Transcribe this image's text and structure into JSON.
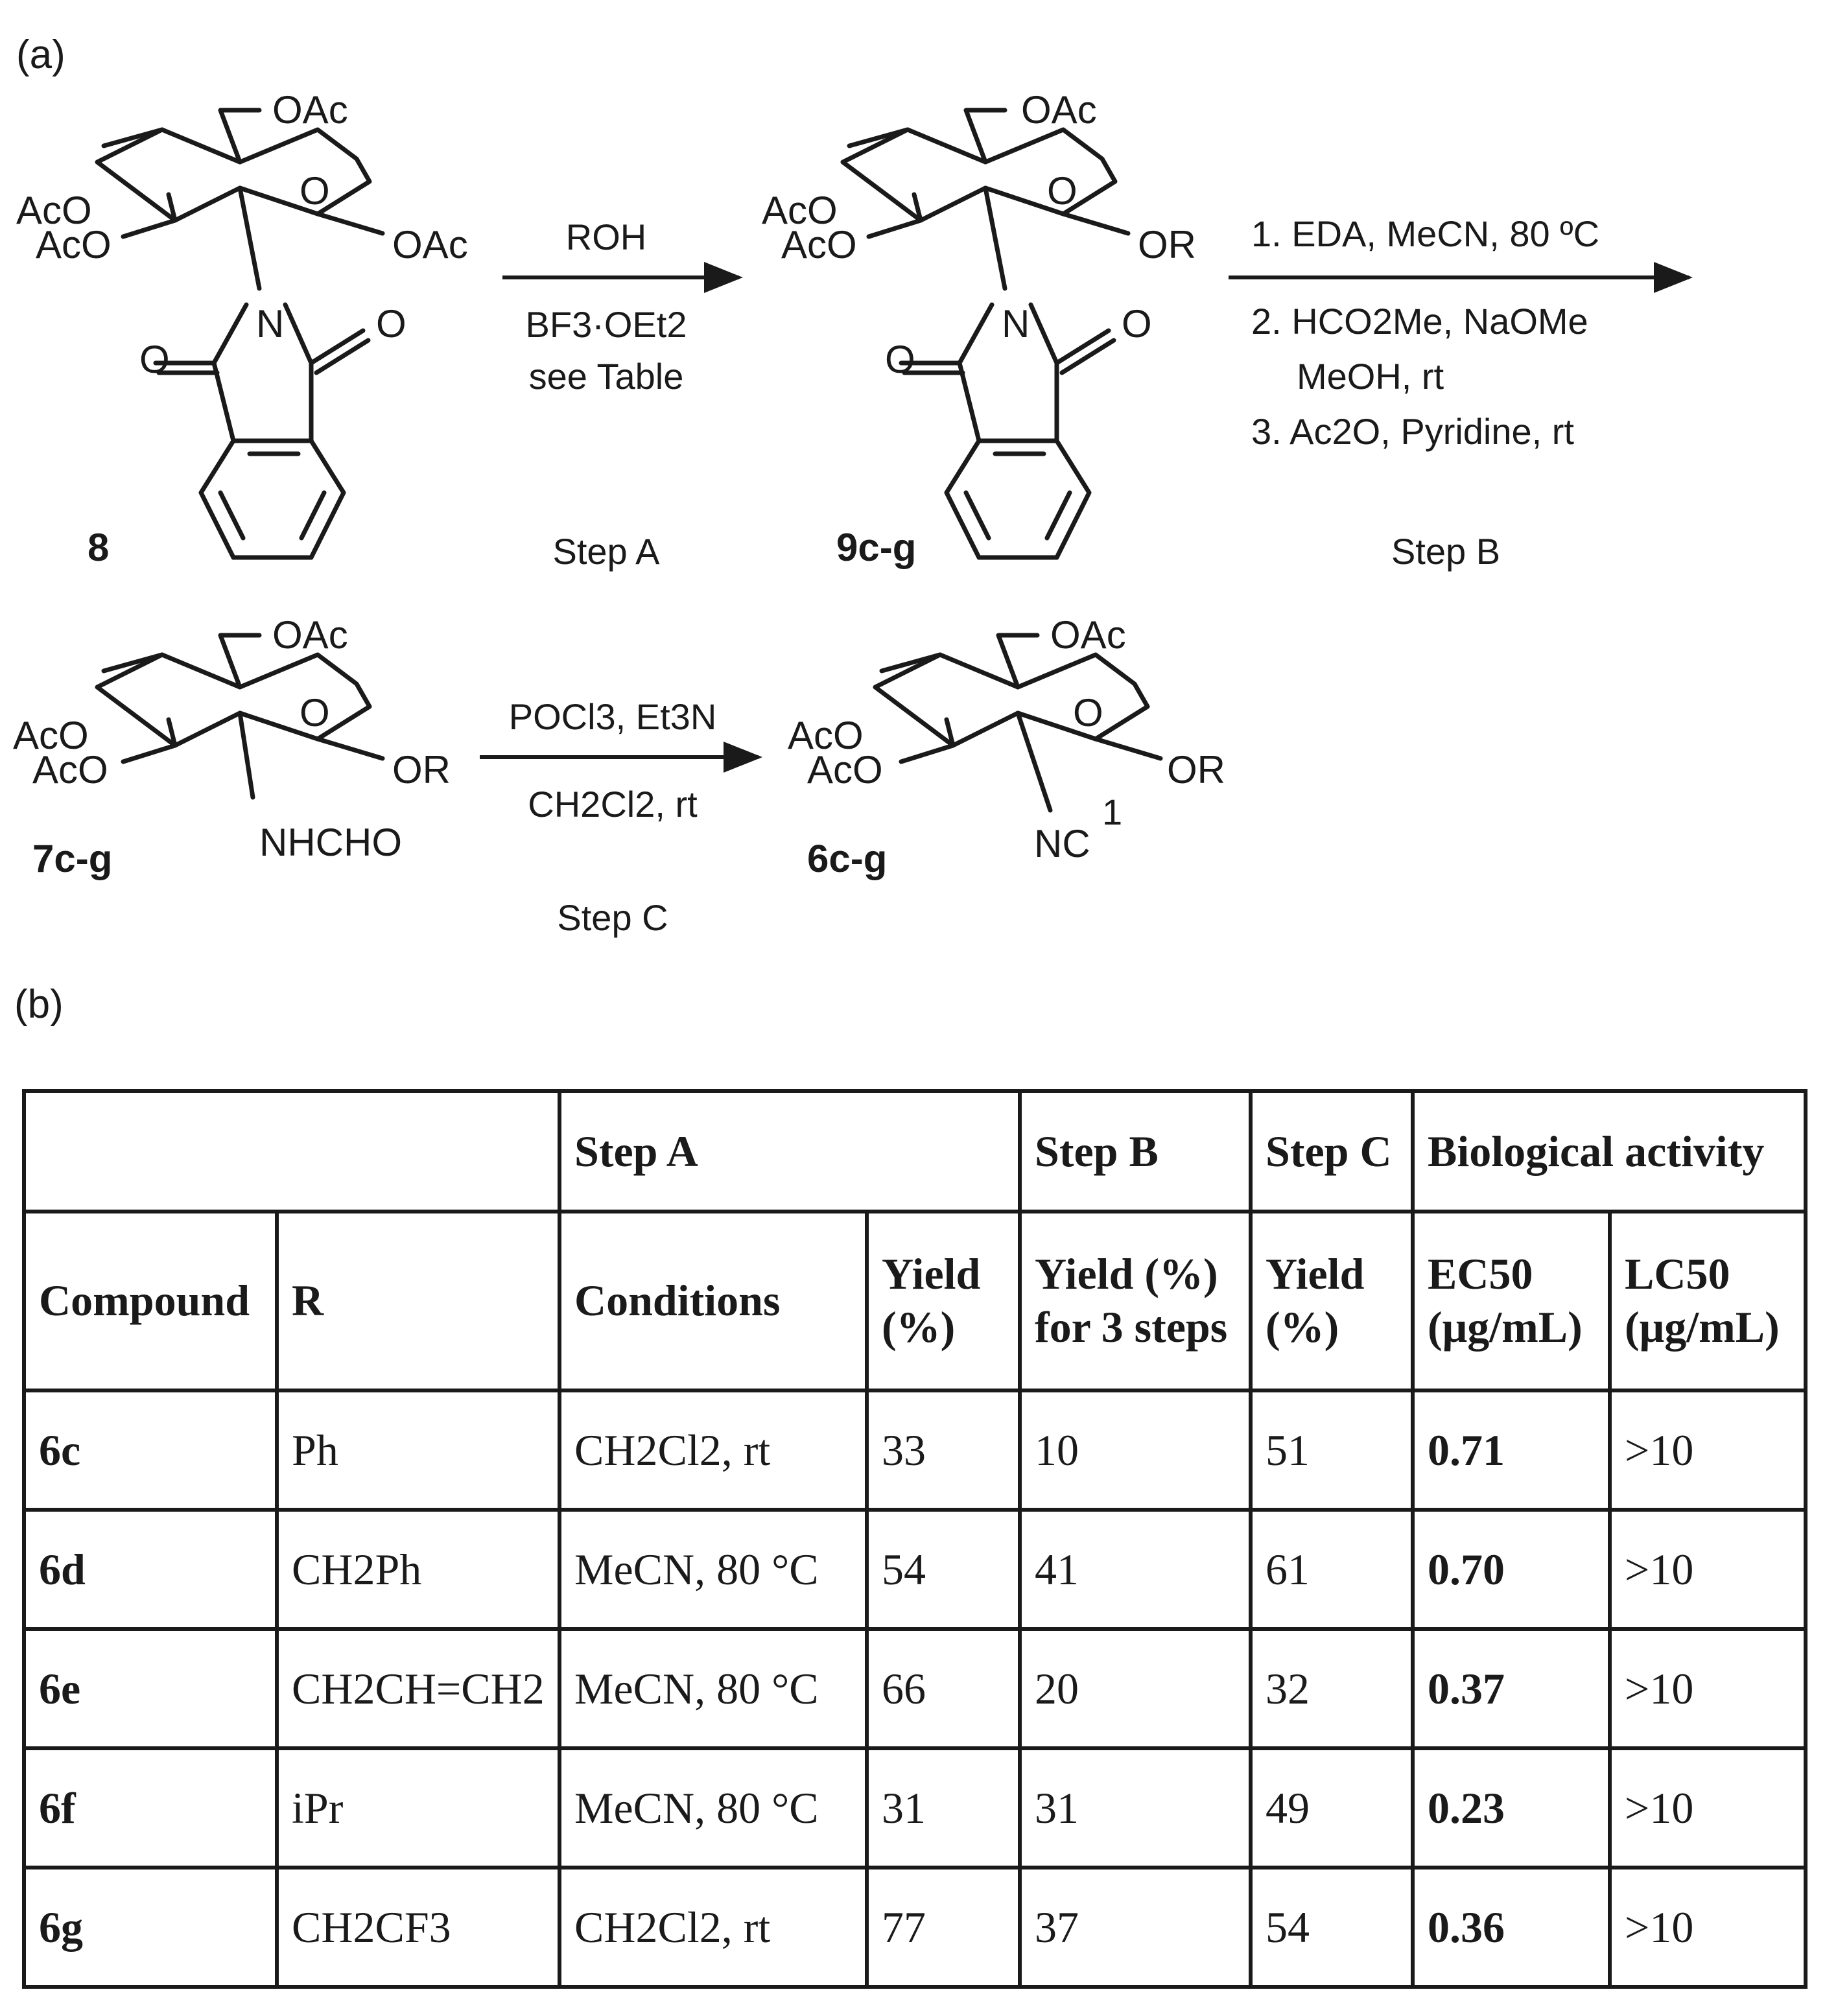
{
  "scheme": {
    "part_a": "(a)",
    "part_b": "(b)",
    "oac": "OAc",
    "aco": "AcO",
    "o": "O",
    "n": "N",
    "or": "OR",
    "nhcho": "NHCHO",
    "nc": "NC",
    "c1": "1",
    "compounds": {
      "c8": "8",
      "c9": "9c-g",
      "c7": "7c-g",
      "c6": "6c-g"
    },
    "step_a": {
      "reagent": "ROH",
      "r2": "BF3·OEt2",
      "r3": "see Table",
      "label": "Step A"
    },
    "step_b": {
      "r1": "1. EDA, MeCN, 80 ºC",
      "r2": "2. HCO2Me, NaOMe",
      "r3": "MeOH, rt",
      "r4": "3. Ac2O, Pyridine, rt",
      "label": "Step B"
    },
    "step_c": {
      "r1": "POCl3, Et3N",
      "r2": "CH2Cl2, rt",
      "label": "Step C"
    }
  },
  "table": {
    "group_headers": {
      "step_a": "Step A",
      "step_b": "Step B",
      "step_c": "Step C",
      "bio": "Biological activity"
    },
    "columns": {
      "compound": "Compound",
      "r": "R",
      "conditions": "Conditions",
      "yield_a_1": "Yield",
      "yield_a_2": "(%)",
      "yield_b_1": "Yield (%)",
      "yield_b_2": "for 3 steps",
      "yield_c_1": "Yield",
      "yield_c_2": "(%)",
      "ec50_1": "EC50",
      "ec50_2": "(μg/mL)",
      "lc50_1": "LC50",
      "lc50_2": "(μg/mL)"
    },
    "rows": [
      {
        "compound": "6c",
        "r": "Ph",
        "conditions": "CH2Cl2, rt",
        "yield_a": "33",
        "yield_b": "10",
        "yield_c": "51",
        "ec50": "0.71",
        "lc50": ">10"
      },
      {
        "compound": "6d",
        "r": "CH2Ph",
        "conditions": "MeCN, 80 °C",
        "yield_a": "54",
        "yield_b": "41",
        "yield_c": "61",
        "ec50": "0.70",
        "lc50": ">10"
      },
      {
        "compound": "6e",
        "r": "CH2CH=CH2",
        "conditions": "MeCN, 80 °C",
        "yield_a": "66",
        "yield_b": "20",
        "yield_c": "32",
        "ec50": "0.37",
        "lc50": ">10"
      },
      {
        "compound": "6f",
        "r": "iPr",
        "conditions": "MeCN, 80 °C",
        "yield_a": "31",
        "yield_b": "31",
        "yield_c": "49",
        "ec50": "0.23",
        "lc50": ">10"
      },
      {
        "compound": "6g",
        "r": "CH2CF3",
        "conditions": "CH2Cl2, rt",
        "yield_a": "77",
        "yield_b": "37",
        "yield_c": "54",
        "ec50": "0.36",
        "lc50": ">10"
      }
    ]
  }
}
